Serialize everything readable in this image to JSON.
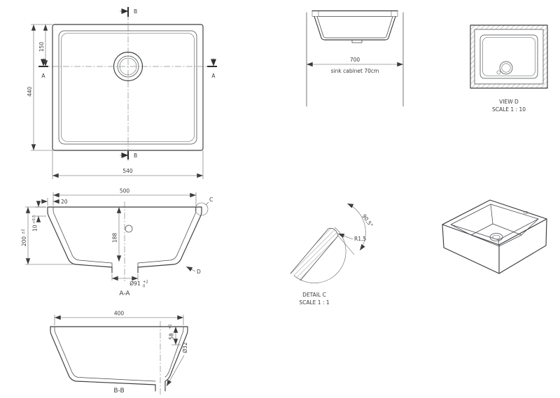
{
  "plan_view": {
    "dim_width": "540",
    "dim_height": "440",
    "dim_drain_offset": "150",
    "section_label_a": "A",
    "section_label_b": "B"
  },
  "front_view": {
    "dim_cabinet": "700",
    "caption": "sink cabinet 70cm"
  },
  "view_d": {
    "title": "VIEW D",
    "scale": "SCALE 1 : 10"
  },
  "section_aa": {
    "label": "A-A",
    "dim_inner_width": "500",
    "dim_flange_width": "20",
    "dim_rim_height": "10",
    "tol_rim_height": "+0,5",
    "dim_overall_height": "200",
    "tol_overall_height": "±2",
    "dim_bowl_depth": "188",
    "dim_drain_hole": "Ø91",
    "tol_drain_plus": "+2",
    "tol_drain_minus": "0",
    "detail_marker_c": "C",
    "detail_marker_d": "D"
  },
  "detail_c": {
    "title": "DETAIL C",
    "scale": "SCALE 1 : 1",
    "radius": "R1,5",
    "angle": "90,5°"
  },
  "section_bb": {
    "label": "B-B",
    "dim_inner_width": "400",
    "dim_outlet_height": "58",
    "tol_outlet_height": "+1",
    "dim_outlet_dia": "Ø32"
  }
}
